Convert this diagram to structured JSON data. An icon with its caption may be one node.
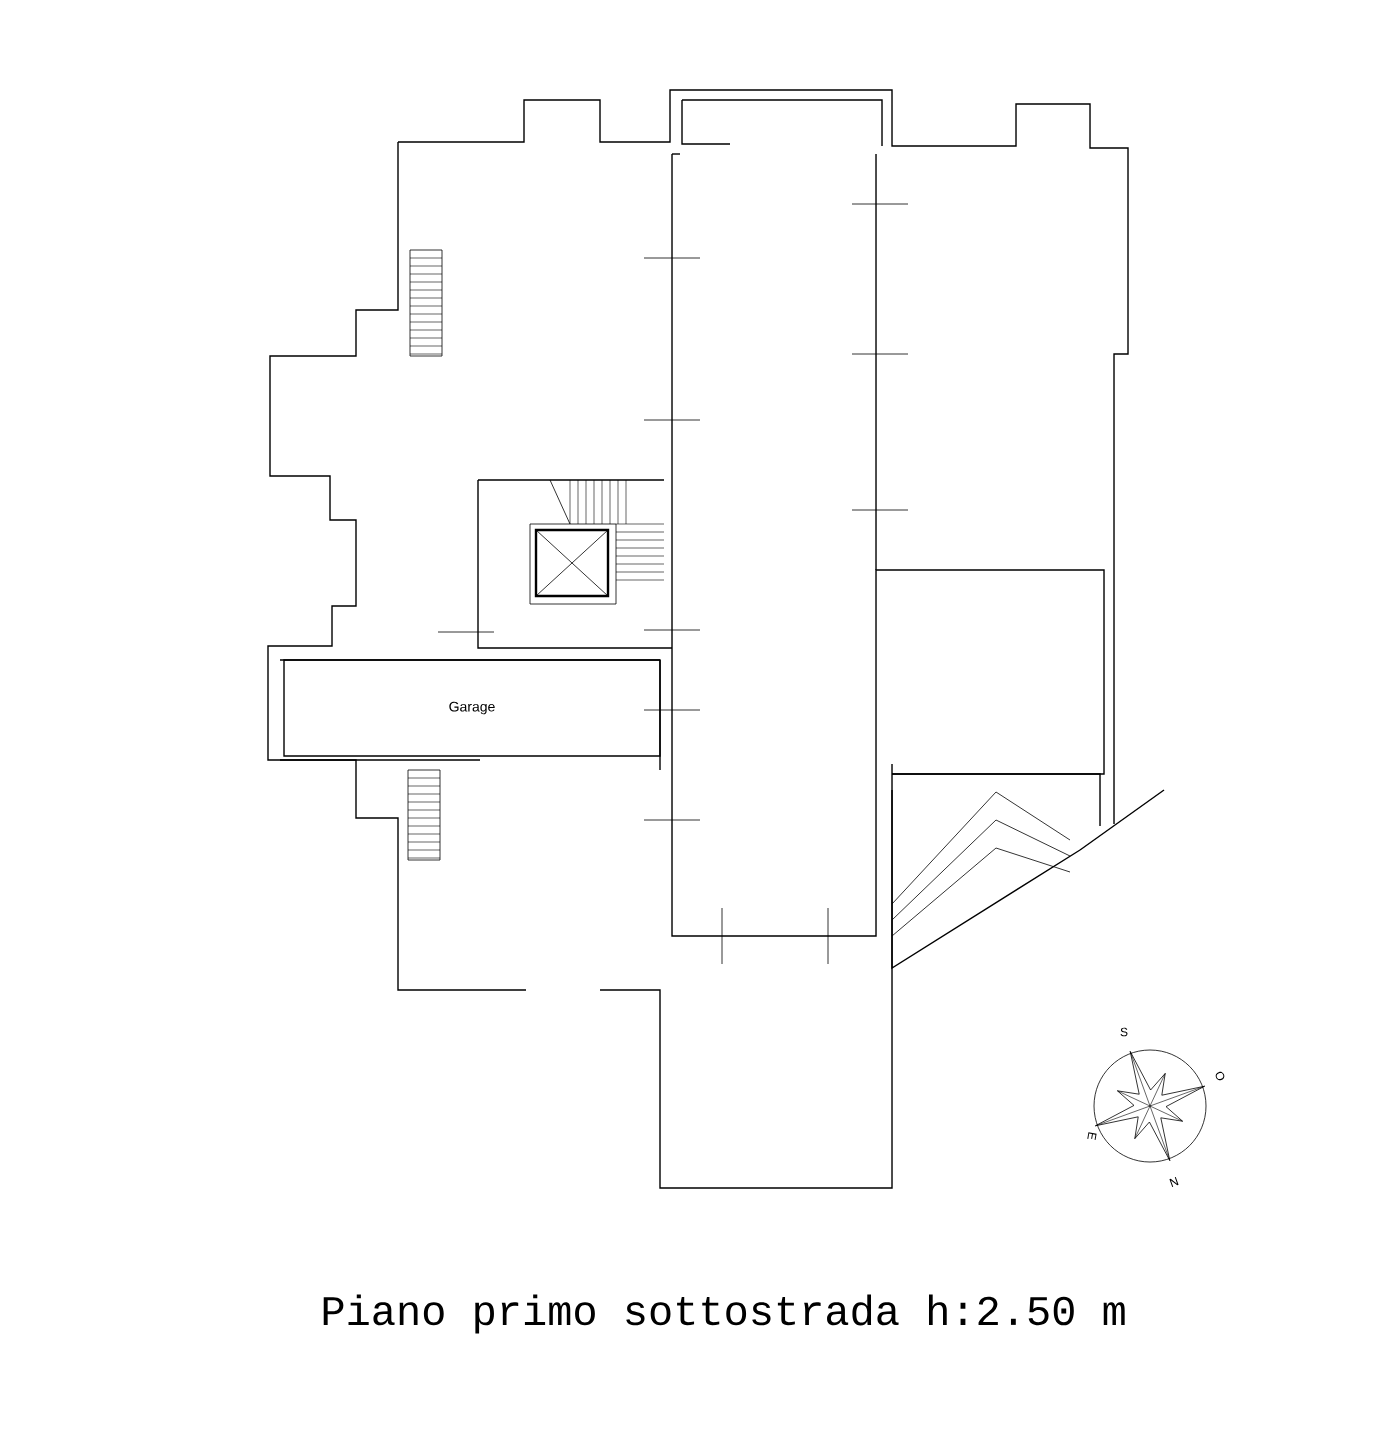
{
  "diagram": {
    "caption": "Piano primo sottostrada h:2.50 m",
    "nodes": [
      {
        "text": [
          "Garage"
        ]
      }
    ],
    "labels": [
      "S",
      "O",
      "E",
      "N"
    ]
  }
}
